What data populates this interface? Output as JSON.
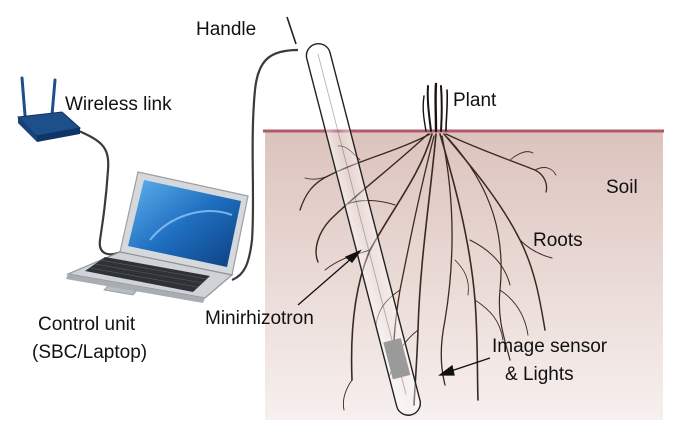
{
  "labels": {
    "handle": "Handle",
    "wireless": "Wireless link",
    "plant": "Plant",
    "soil": "Soil",
    "roots": "Roots",
    "minirhizotron": "Minirhizotron",
    "control_line1": "Control unit",
    "control_line2": "(SBC/Laptop)",
    "sensor_line1": "Image sensor",
    "sensor_line2": "& Lights"
  },
  "colors": {
    "soil_top": "#dcc3bd",
    "soil_bottom": "#f6eeec",
    "soil_line": "#b05a6e",
    "roots": "#3a2a1e",
    "router": "#1d4f8a",
    "laptop_screen": "#1f6fc0",
    "laptop_body": "#cfd2d6"
  }
}
